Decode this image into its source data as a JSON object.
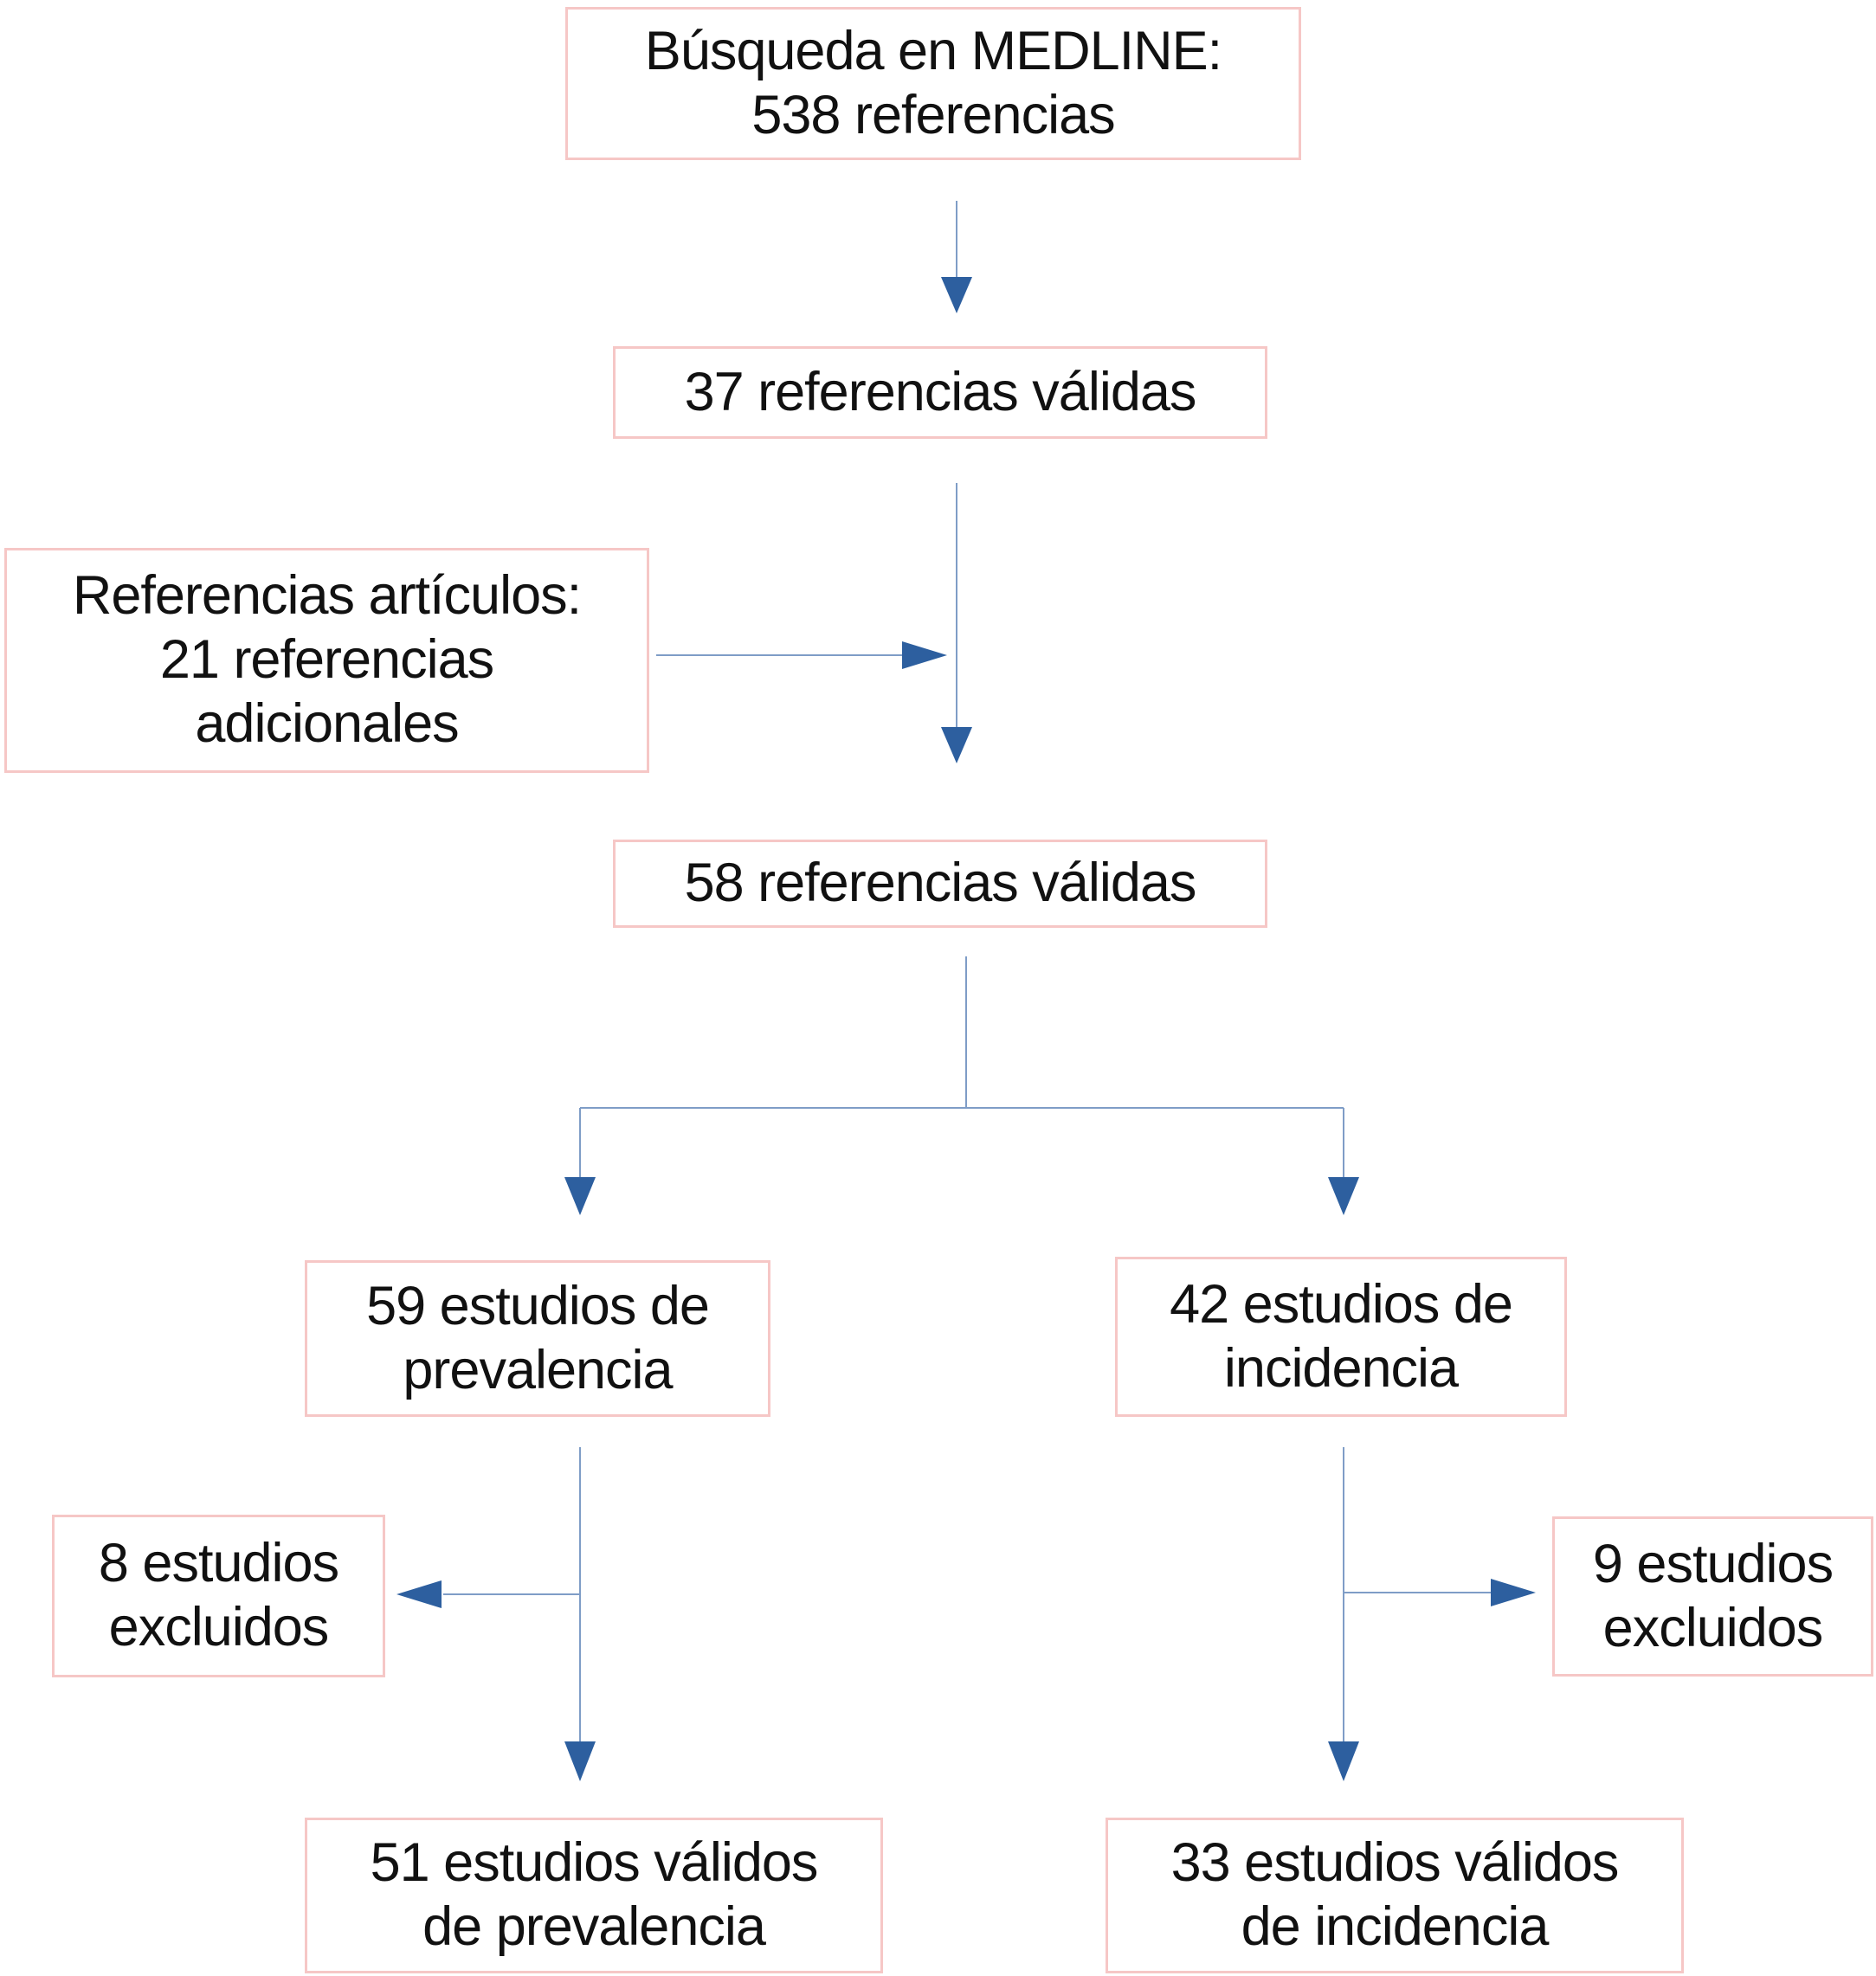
{
  "diagram": {
    "type": "flowchart",
    "language": "es",
    "nodes": {
      "medline": {
        "label": "Búsqueda en MEDLINE:\n538 referencias"
      },
      "valid37": {
        "label": "37 referencias válidas"
      },
      "additional": {
        "label": "Referencias artículos:\n21 referencias\nadicionales"
      },
      "valid58": {
        "label": "58 referencias válidas"
      },
      "prevalence59": {
        "label": "59 estudios de\nprevalencia"
      },
      "incidence42": {
        "label": "42 estudios de\nincidencia"
      },
      "excluded8": {
        "label": "8 estudios\nexcluidos"
      },
      "excluded9": {
        "label": "9 estudios\nexcluidos"
      },
      "validprev51": {
        "label": "51 estudios válidos\nde prevalencia"
      },
      "validinc33": {
        "label": "33 estudios válidos\nde incidencia"
      }
    },
    "edges": [
      {
        "from": "medline",
        "to": "valid37"
      },
      {
        "from": "valid37",
        "to": "valid58"
      },
      {
        "from": "additional",
        "to": "valid58"
      },
      {
        "from": "valid58",
        "to": "prevalence59"
      },
      {
        "from": "valid58",
        "to": "incidence42"
      },
      {
        "from": "prevalence59",
        "to": "excluded8"
      },
      {
        "from": "prevalence59",
        "to": "validprev51"
      },
      {
        "from": "incidence42",
        "to": "excluded9"
      },
      {
        "from": "incidence42",
        "to": "validinc33"
      }
    ],
    "colors": {
      "background": "#ffffff",
      "box_border": "#f6c7c6",
      "box_fill": "#ffffff",
      "text": "#111111",
      "connector_line": "#7f9dc7",
      "arrowhead": "#2d5f9f"
    }
  }
}
